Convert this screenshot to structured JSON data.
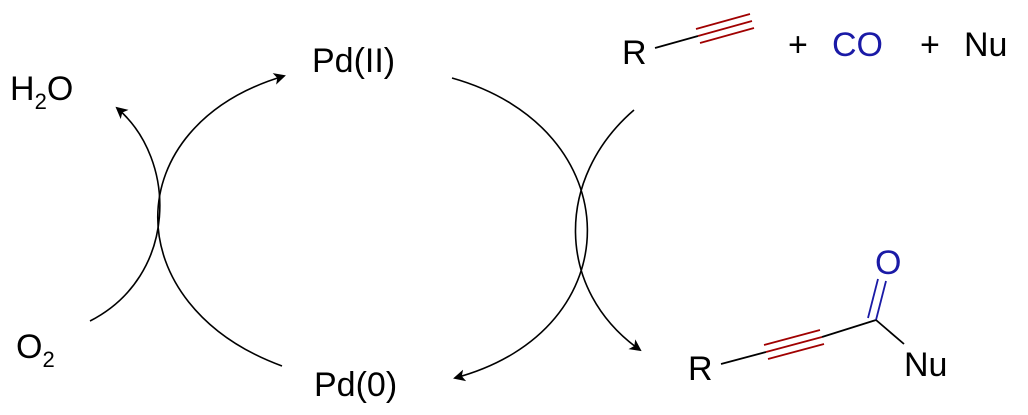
{
  "colors": {
    "ink": "#000000",
    "bond_red": "#a00000",
    "hetero_blue": "#1a1aa6"
  },
  "species": {
    "pd2": "Pd(II)",
    "pd0": "Pd(0)",
    "water": {
      "main": "H",
      "sub": "2",
      "tail": "O"
    },
    "oxygen": {
      "main": "O",
      "sub": "2"
    }
  },
  "reactants": {
    "alkyne_r": "R",
    "plus_1": "+",
    "co": "CO",
    "plus_2": "+",
    "nucleophile": "Nu"
  },
  "product": {
    "r_group": "R",
    "carbonyl_o": "O",
    "nucleophile": "Nu"
  }
}
